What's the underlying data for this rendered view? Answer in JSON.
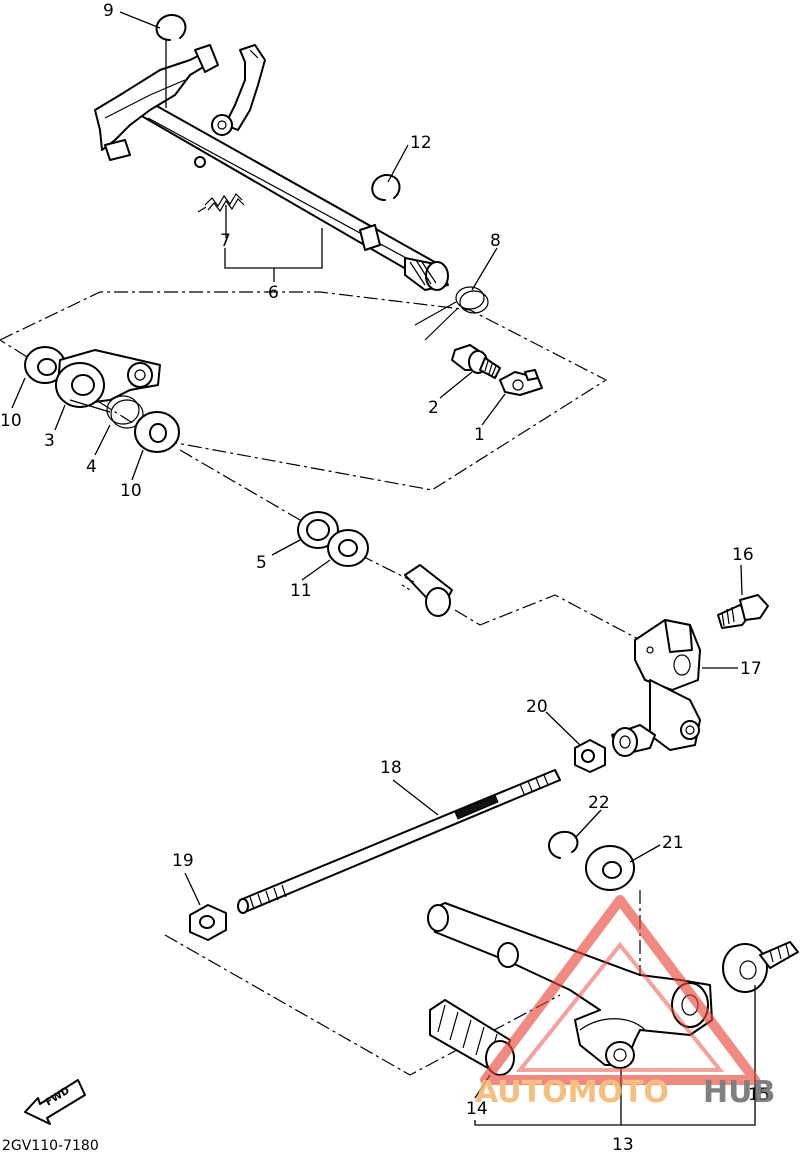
{
  "diagram": {
    "catalog_code": "2GV110-7180",
    "fwd_label": "FWD",
    "watermark": {
      "part1": "AUTOMOTO",
      "part2": "HUB"
    },
    "callouts": {
      "c1": "1",
      "c2": "2",
      "c3": "3",
      "c4": "4",
      "c5": "5",
      "c6": "6",
      "c7": "7",
      "c8": "8",
      "c9": "9",
      "c10a": "10",
      "c10b": "10",
      "c11": "11",
      "c12": "12",
      "c13": "13",
      "c14": "14",
      "c15": "15",
      "c16": "16",
      "c17": "17",
      "c18": "18",
      "c19": "19",
      "c20": "20",
      "c21": "21",
      "c22": "22"
    },
    "colors": {
      "ink": "#000000",
      "watermark_red": "#e8473c",
      "watermark_orange": "#f5b56a",
      "watermark_gray": "#6b6b6b"
    }
  }
}
